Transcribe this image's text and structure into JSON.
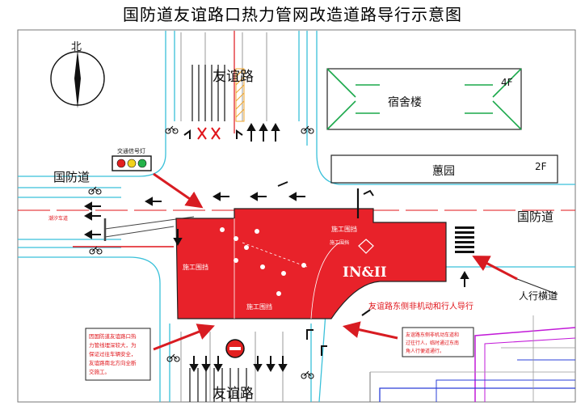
{
  "title": "国防道友谊路口热力管网改造道路导行示意图",
  "north_label": "北",
  "roads": {
    "youyi_north": "友谊路",
    "youyi_south": "友谊路",
    "guofang_west": "国防道",
    "guofang_east": "国防道",
    "tide_lane": "潮汐车道"
  },
  "buildings": {
    "dorm": "宿舍楼",
    "dorm_floors": "4F",
    "huiyuan": "蕙园",
    "huiyuan_floors": "2F"
  },
  "signal_label": "交通信号灯",
  "work_zone_labels": [
    "施工围挡",
    "施工围挡",
    "施工围挡",
    "施工围挡"
  ],
  "work_zone_big": "IN&II",
  "guide_text": "友谊路东侧非机动和行人导行",
  "crosswalk_label": "人行横道",
  "note_left": [
    "因国防道友谊路口热",
    "力管线埋深较大，为",
    "保证过往车辆安全，",
    "友谊路南北方向全断",
    "交施工。"
  ],
  "note_right": [
    "友谊路东侧非机动车道和",
    "过往行人，临时通过东南",
    "角人行便道通行。"
  ],
  "colors": {
    "work_zone": "#e8222a",
    "curb": "#39c0d9",
    "arrow": "#d81c22",
    "red_line": "#e0141a",
    "signal_red": "#e31f1f",
    "signal_yellow": "#f2d21b",
    "signal_green": "#25b34a",
    "green_pipe": "#1aa84a",
    "magenta_pipe": "#c21ad8",
    "blue_pipe": "#2a3fd8",
    "hatch": "#f0a52b"
  }
}
